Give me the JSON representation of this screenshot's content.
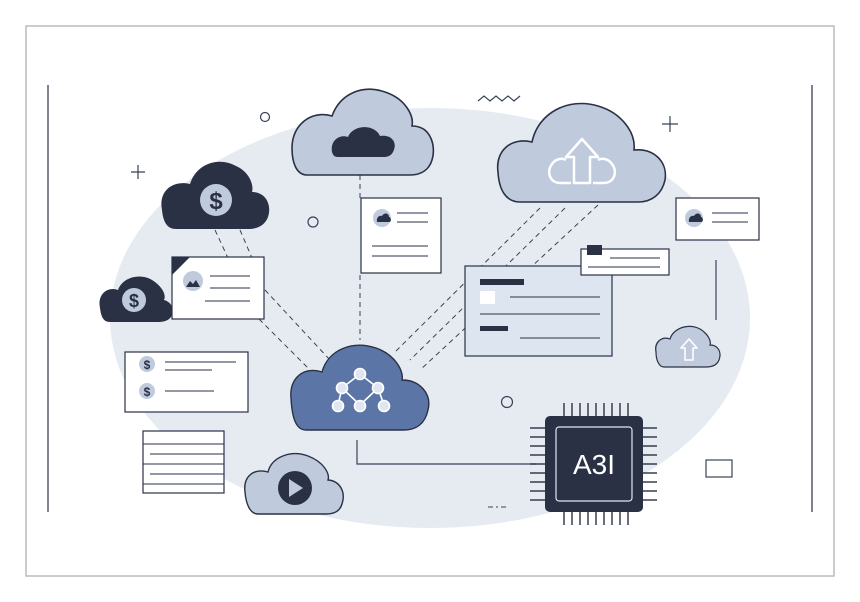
{
  "illustration": {
    "chip": {
      "label": "A3I",
      "icon": "processor-chip-icon"
    },
    "clouds": [
      {
        "name": "cloud-top",
        "icon": "cloud-icon"
      },
      {
        "name": "cloud-upload-large",
        "icon": "upload-arrow-icon"
      },
      {
        "name": "cloud-dollar-large",
        "icon": "dollar-icon"
      },
      {
        "name": "cloud-dollar-small",
        "icon": "dollar-icon"
      },
      {
        "name": "cloud-network-hub",
        "icon": "network-tree-icon"
      },
      {
        "name": "cloud-video",
        "icon": "play-icon"
      },
      {
        "name": "cloud-upload-small",
        "icon": "upload-arrow-icon"
      }
    ],
    "colors": {
      "frame": "#b8bcc4",
      "blob": "#e6ebf2",
      "dark_navy": "#2a3145",
      "light_blue": "#bfcbdd",
      "mid_blue": "#5b76a6",
      "line": "#3a4258",
      "card_bg": "#ffffff"
    }
  }
}
